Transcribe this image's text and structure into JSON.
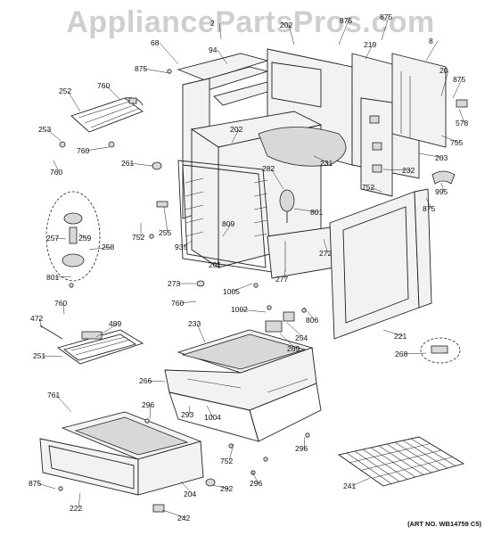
{
  "watermark": "AppliancePartsPros.com",
  "art_number": "(ART NO. WB14759 C5)",
  "callouts": [
    {
      "id": "c2",
      "label": "2"
    },
    {
      "id": "c68",
      "label": "68"
    },
    {
      "id": "c94",
      "label": "94"
    },
    {
      "id": "c875a",
      "label": "875"
    },
    {
      "id": "c202a",
      "label": "202"
    },
    {
      "id": "c875b",
      "label": "875"
    },
    {
      "id": "c875c",
      "label": "875"
    },
    {
      "id": "c219",
      "label": "219"
    },
    {
      "id": "c8x",
      "label": "8"
    },
    {
      "id": "c20",
      "label": "20"
    },
    {
      "id": "c875d",
      "label": "875"
    },
    {
      "id": "c578",
      "label": "578"
    },
    {
      "id": "c755",
      "label": "755"
    },
    {
      "id": "c203",
      "label": "203"
    },
    {
      "id": "c252",
      "label": "252"
    },
    {
      "id": "c760a",
      "label": "760"
    },
    {
      "id": "c253",
      "label": "253"
    },
    {
      "id": "c760b",
      "label": "760"
    },
    {
      "id": "c760c",
      "label": "760"
    },
    {
      "id": "c261",
      "label": "261"
    },
    {
      "id": "c202b",
      "label": "202"
    },
    {
      "id": "c231",
      "label": "231"
    },
    {
      "id": "c282",
      "label": "282"
    },
    {
      "id": "c232",
      "label": "232"
    },
    {
      "id": "c752a",
      "label": "752"
    },
    {
      "id": "c995",
      "label": "995"
    },
    {
      "id": "c875e",
      "label": "875"
    },
    {
      "id": "c801a",
      "label": "801"
    },
    {
      "id": "c809",
      "label": "809"
    },
    {
      "id": "c257",
      "label": "257"
    },
    {
      "id": "c259",
      "label": "259"
    },
    {
      "id": "c258",
      "label": "258"
    },
    {
      "id": "c752b",
      "label": "752"
    },
    {
      "id": "c255",
      "label": "255"
    },
    {
      "id": "c935",
      "label": "935"
    },
    {
      "id": "c801b",
      "label": "801"
    },
    {
      "id": "c201",
      "label": "201"
    },
    {
      "id": "c272",
      "label": "272"
    },
    {
      "id": "c273",
      "label": "273"
    },
    {
      "id": "c1005",
      "label": "1005"
    },
    {
      "id": "c277",
      "label": "277"
    },
    {
      "id": "c760d",
      "label": "760"
    },
    {
      "id": "c1002",
      "label": "1002"
    },
    {
      "id": "c806",
      "label": "806"
    },
    {
      "id": "c254",
      "label": "254"
    },
    {
      "id": "c760e",
      "label": "760"
    },
    {
      "id": "c472",
      "label": "472"
    },
    {
      "id": "c489",
      "label": "489"
    },
    {
      "id": "c233",
      "label": "233"
    },
    {
      "id": "c221",
      "label": "221"
    },
    {
      "id": "c269",
      "label": "269"
    },
    {
      "id": "c268",
      "label": "268"
    },
    {
      "id": "c251",
      "label": "251"
    },
    {
      "id": "c266",
      "label": "266"
    },
    {
      "id": "c761",
      "label": "761"
    },
    {
      "id": "c296a",
      "label": "296"
    },
    {
      "id": "c293",
      "label": "293"
    },
    {
      "id": "c1004",
      "label": "1004"
    },
    {
      "id": "c296b",
      "label": "296"
    },
    {
      "id": "c752c",
      "label": "752"
    },
    {
      "id": "c296c",
      "label": "296"
    },
    {
      "id": "c875f",
      "label": "875"
    },
    {
      "id": "c292",
      "label": "292"
    },
    {
      "id": "c204",
      "label": "204"
    },
    {
      "id": "c222",
      "label": "222"
    },
    {
      "id": "c241",
      "label": "241"
    },
    {
      "id": "c242",
      "label": "242"
    }
  ]
}
